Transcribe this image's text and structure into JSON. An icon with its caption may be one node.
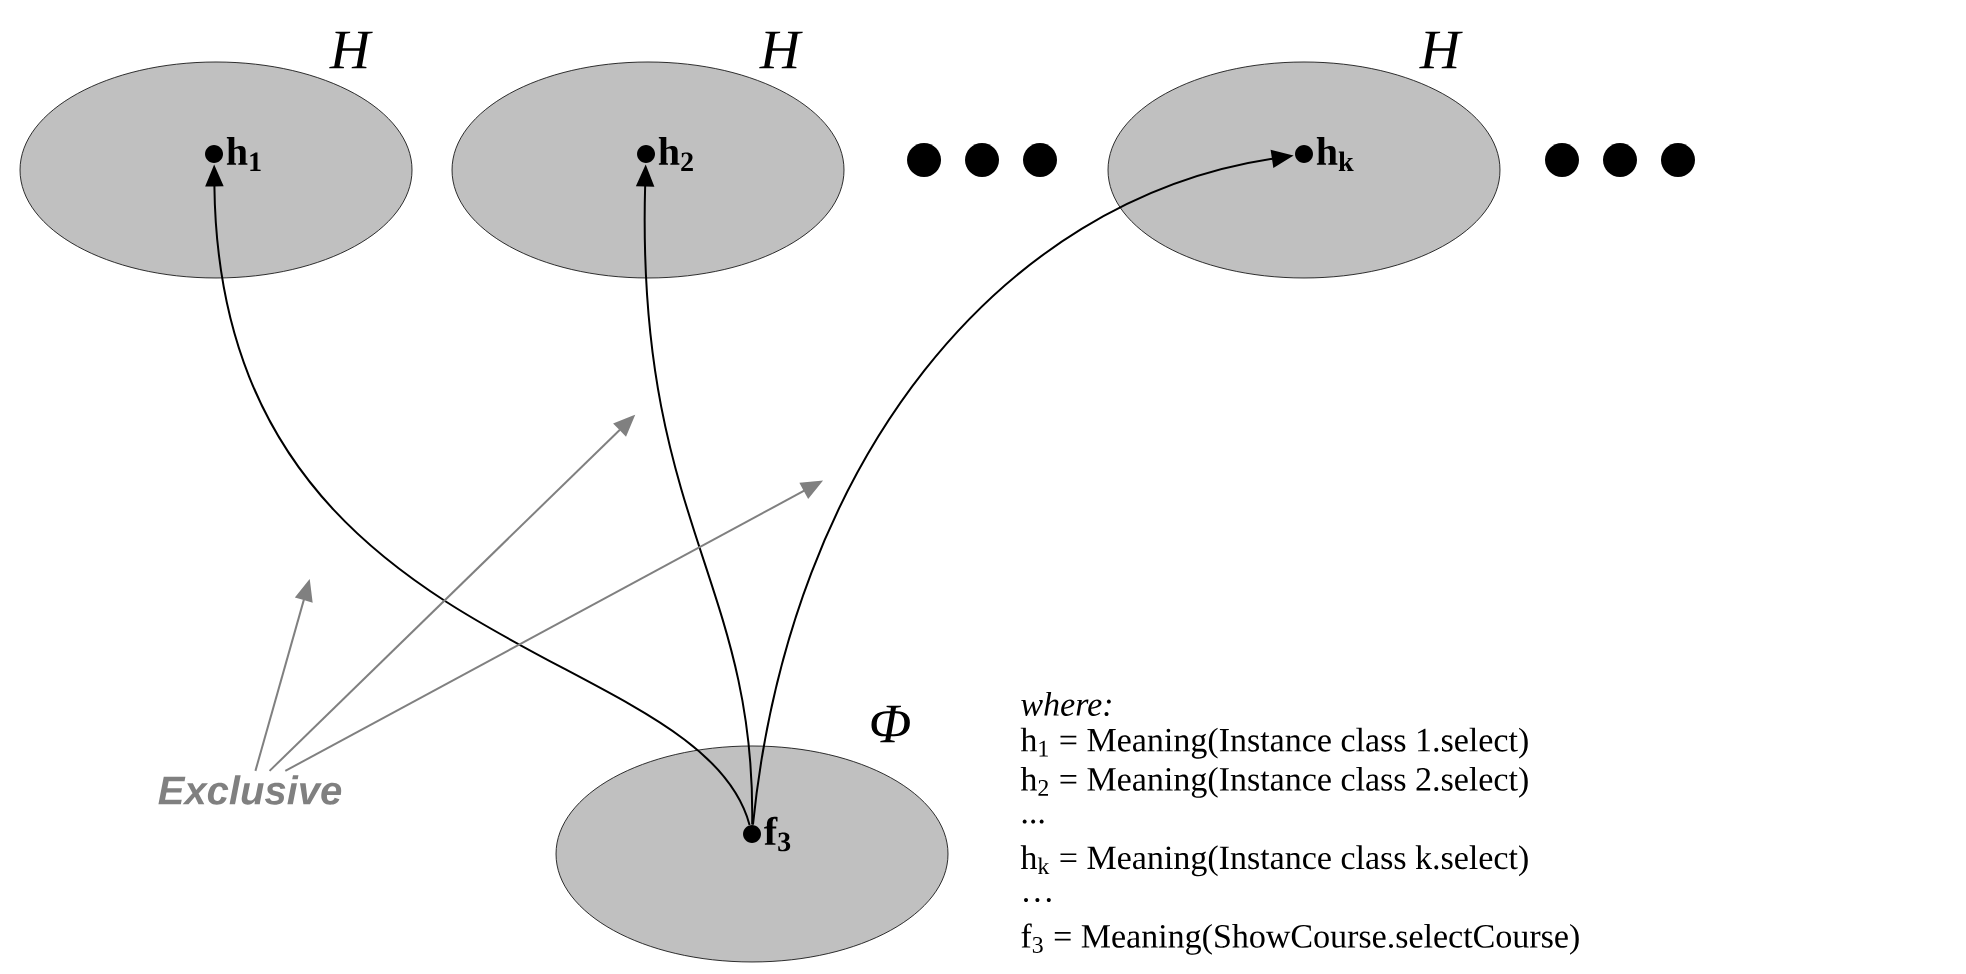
{
  "diagram": {
    "nodes": [
      {
        "text": [
          "H"
        ]
      },
      {
        "text": [
          "h$_{1}$"
        ],
        "in": 0
      },
      {
        "text": [
          "H"
        ]
      },
      {
        "text": [
          "h$_{2}$"
        ],
        "in": 2
      },
      {
        "text": [
          "H"
        ]
      },
      {
        "text": [
          "h$_{k}$"
        ],
        "in": 4
      },
      {
        "text": [
          "Φ"
        ]
      },
      {
        "text": [
          "f$_{3}$"
        ],
        "in": 6
      },
      {
        "text": [
          "Exclusive"
        ]
      }
    ],
    "edges": [
      {
        "from": 7,
        "to": 1,
        "arrow": "to"
      },
      {
        "from": 7,
        "to": 3,
        "arrow": "to"
      },
      {
        "from": 7,
        "to": 5,
        "arrow": "to"
      },
      {
        "from": 8,
        "to": null,
        "arrow": "to",
        "color": "#808080"
      },
      {
        "from": 8,
        "to": null,
        "arrow": "to",
        "color": "#808080"
      },
      {
        "from": 8,
        "to": null,
        "arrow": "to",
        "color": "#808080"
      }
    ],
    "labels": [
      "where:",
      "h$_{1}$ = Meaning(Instance class 1.select)",
      "h$_{2}$ = Meaning(Instance class 2.select)",
      "...",
      "h$_{k}$ = Meaning(Instance class k.select)",
      "…",
      "f$_{3}$ = Meaning(ShowCourse.selectCourse)"
    ]
  }
}
